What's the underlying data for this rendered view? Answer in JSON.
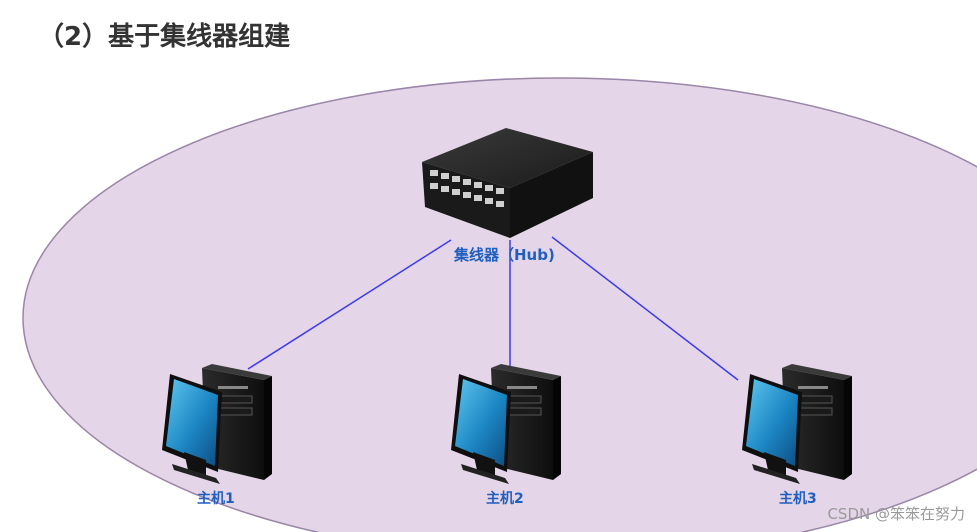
{
  "title": "（2）基于集线器组建",
  "hub": {
    "label": "集线器（Hub)"
  },
  "hosts": [
    {
      "label": "主机1"
    },
    {
      "label": "主机2"
    },
    {
      "label": "主机3"
    }
  ],
  "watermark": "CSDN @笨笨在努力",
  "colors": {
    "lan_area": "#e5d5e8",
    "lan_border": "#9a86a8",
    "link": "#3b3bf0",
    "label": "#1f5fbf",
    "title": "#333333"
  }
}
